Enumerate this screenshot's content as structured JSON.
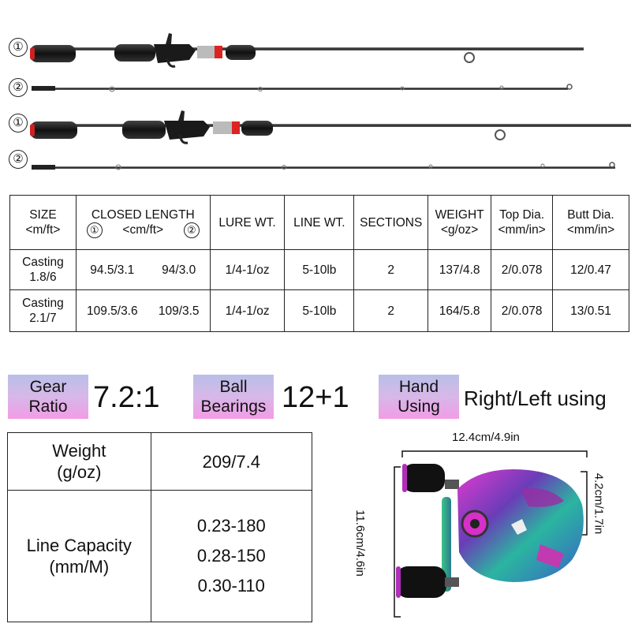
{
  "rods": {
    "labels": [
      "①",
      "②",
      "①",
      "②"
    ]
  },
  "spec_table": {
    "headers": {
      "size": "SIZE",
      "size_unit": "<m/ft>",
      "closed_length": "CLOSED LENGTH",
      "closed_unit": "<cm/ft>",
      "marker1": "①",
      "marker2": "②",
      "lure": "LURE WT.",
      "line": "LINE WT.",
      "sections": "SECTIONS",
      "weight": "WEIGHT",
      "weight_unit": "<g/oz>",
      "top": "Top Dia.",
      "top_unit": "<mm/in>",
      "butt": "Butt Dia.",
      "butt_unit": "<mm/in>"
    },
    "rows": [
      {
        "size1": "Casting",
        "size2": "1.8/6",
        "closed1": "94.5/3.1",
        "closed2": "94/3.0",
        "lure": "1/4-1/oz",
        "line": "5-10lb",
        "sections": "2",
        "weight": "137/4.8",
        "top": "2/0.078",
        "butt": "12/0.47"
      },
      {
        "size1": "Casting",
        "size2": "2.1/7",
        "closed1": "109.5/3.6",
        "closed2": "109/3.5",
        "lure": "1/4-1/oz",
        "line": "5-10lb",
        "sections": "2",
        "weight": "164/5.8",
        "top": "2/0.078",
        "butt": "13/0.51"
      }
    ]
  },
  "reel_specs": {
    "gear_label1": "Gear",
    "gear_label2": "Ratio",
    "gear_value": "7.2:1",
    "ball_label1": "Ball",
    "ball_label2": "Bearings",
    "ball_value": "12+1",
    "hand_label1": "Hand",
    "hand_label2": "Using",
    "hand_value": "Right/Left using"
  },
  "reel_table": {
    "weight_label1": "Weight",
    "weight_label2": "(g/oz)",
    "weight_value": "209/7.4",
    "capacity_label1": "Line Capacity",
    "capacity_label2": "(mm/M)",
    "capacity_values": [
      "0.23-180",
      "0.28-150",
      "0.30-110"
    ]
  },
  "reel_dims": {
    "width": "12.4cm/4.9in",
    "height": "11.6cm/4.6in",
    "depth": "4.2cm/1.7in"
  },
  "colors": {
    "badge_top": "#b9bfe8",
    "badge_bottom": "#f29be6",
    "reel_accent": "#b02fb8"
  }
}
